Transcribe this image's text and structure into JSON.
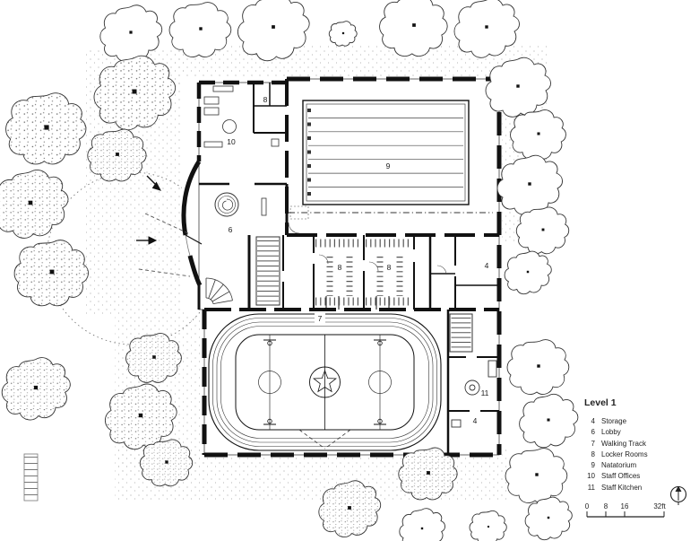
{
  "legend": {
    "title": "Level 1",
    "items": [
      {
        "num": "4",
        "label": "Storage"
      },
      {
        "num": "6",
        "label": "Lobby"
      },
      {
        "num": "7",
        "label": "Walking Track"
      },
      {
        "num": "8",
        "label": "Locker Rooms"
      },
      {
        "num": "9",
        "label": "Natatorium"
      },
      {
        "num": "10",
        "label": "Staff Offices"
      },
      {
        "num": "11",
        "label": "Staff Kitchen"
      }
    ]
  },
  "plan_labels": {
    "locker_top": "8",
    "staff_offices": "10",
    "natatorium": "9",
    "lobby": "6",
    "locker_a": "8",
    "locker_b": "8",
    "storage_right": "4",
    "walking_track": "7",
    "staff_kitchen": "11",
    "storage_bottom": "4"
  },
  "scale_bar": {
    "ticks": [
      "0",
      "8",
      "16",
      "32ft"
    ]
  },
  "colors": {
    "ink": "#111111",
    "background": "#ffffff"
  }
}
